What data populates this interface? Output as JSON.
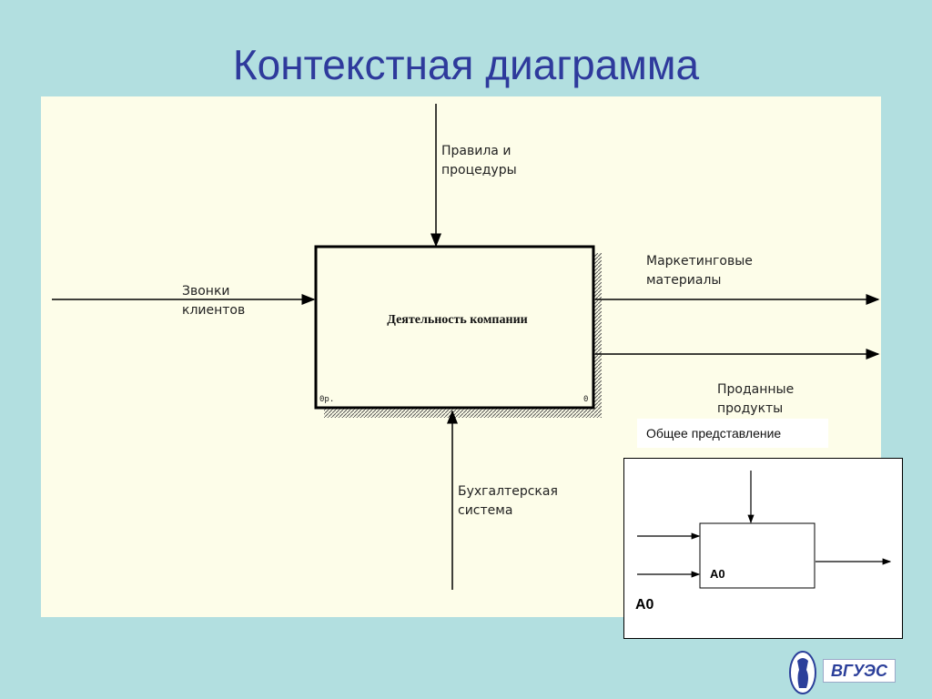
{
  "slide": {
    "title": "Контекстная диаграмма"
  },
  "diagram": {
    "activity": "Деятельность компании",
    "corner_left": "0р.",
    "corner_right": "0",
    "control_label": "Правила и\nпроцедуры",
    "input_label": "Звонки\nклиентов",
    "output_1_label": "Маркетинговые\nматериалы",
    "output_2_label": "Проданные\nпродукты",
    "mechanism_label": "Бухгалтерская\nсистема"
  },
  "overview": {
    "caption": "Общее представление",
    "box_label": "A0",
    "diagram_label": "A0"
  },
  "colors": {
    "background": "#b2dfe0",
    "title": "#2e3a9c",
    "panel": "#fdfde9"
  },
  "logo": {
    "text": "ВГУЭС",
    "icon": "university-emblem-icon"
  }
}
